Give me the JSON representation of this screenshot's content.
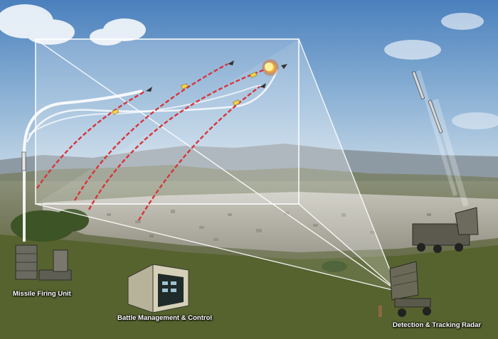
{
  "labels": {
    "missile_firing_unit": "Missile Firing Unit",
    "battle_management": "Battle Management & Control",
    "radar": "Detection & Tracking Radar"
  },
  "colors": {
    "sky_top": "#4f86c2",
    "sky_bottom": "#c9dcea",
    "ground": "#5f6a3c",
    "trajectory": "#d8343a",
    "interceptor_trail": "#ffffff",
    "frame": "#ffffff"
  },
  "icons": {
    "launcher": "missile-launcher-icon",
    "command_post": "command-shelter-icon",
    "radar": "radar-array-icon",
    "truck": "launcher-truck-icon"
  }
}
